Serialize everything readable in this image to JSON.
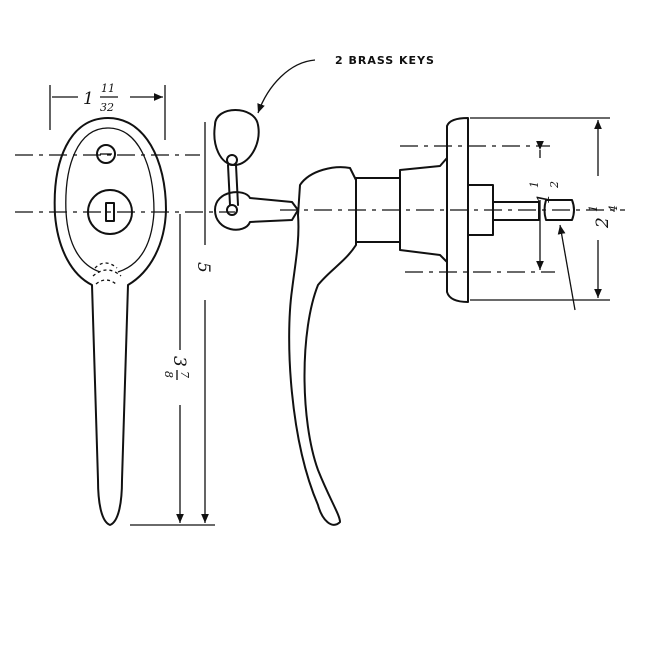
{
  "title": "Locking L-handle drawing",
  "callout": "2 BRASS KEYS",
  "dimensions": {
    "width_whole": "1",
    "width_num": "11",
    "width_den": "32",
    "height_total": "5",
    "handle_whole": "3",
    "handle_num": "7",
    "handle_den": "8",
    "inner_whole": "1",
    "inner_num": "1",
    "inner_den": "2",
    "outer_whole": "2",
    "outer_num": "1",
    "outer_den": "4"
  }
}
